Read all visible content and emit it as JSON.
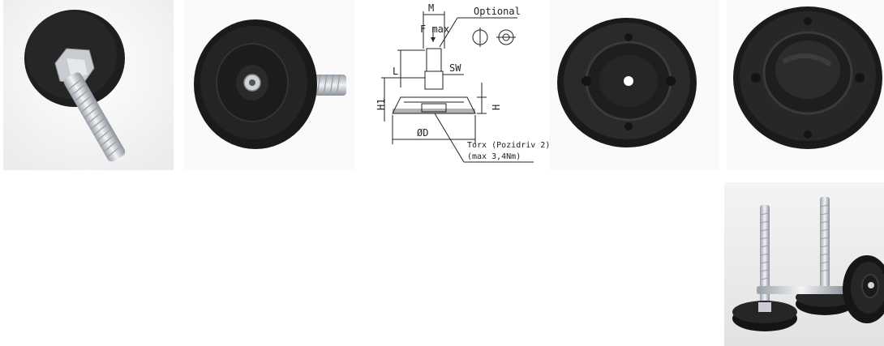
{
  "gallery": {
    "drawing": {
      "label_m": "M",
      "label_optional": "Optional",
      "label_fmax": "F max",
      "label_l": "L",
      "label_sw": "SW",
      "label_h1": "H1",
      "label_h": "H",
      "label_d": "ØD",
      "note_line1": "Torx (Pozidriv 2)",
      "note_line2": "(max 3,4Nm)"
    }
  },
  "colors": {
    "rubber": "#1c1c1c",
    "zinc": "#c8ccd2",
    "background": "#ffffff"
  }
}
